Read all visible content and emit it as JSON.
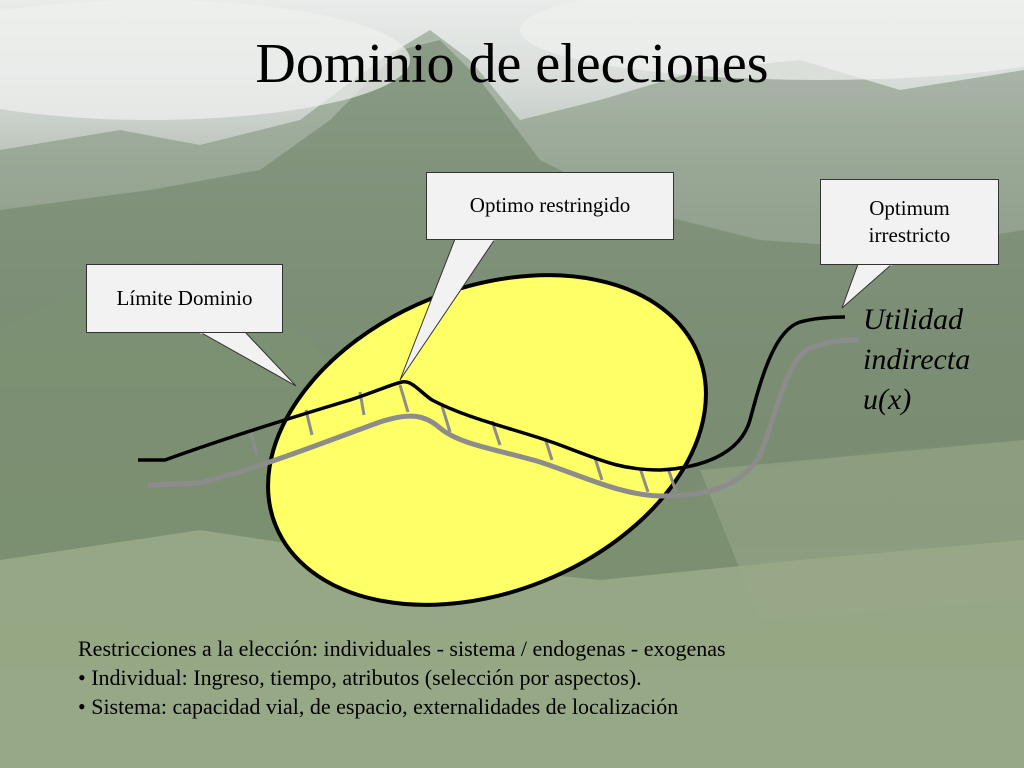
{
  "title": "Dominio de elecciones",
  "callouts": {
    "limite": "Límite Dominio",
    "optimo": "Optimo restringido",
    "optimum_line1": "Optimum",
    "optimum_line2": "irrestricto"
  },
  "curve_label": {
    "line1": "Utilidad",
    "line2": "indirecta",
    "line3": "u(x)"
  },
  "notes": [
    "Restricciones a la elección: individuales - sistema / endogenas - exogenas",
    "• Individual: Ingreso, tiempo, atributos (selección por aspectos).",
    "• Sistema: capacidad vial, de espacio, externalidades de localización"
  ],
  "colors": {
    "domain_fill": "#ffff66",
    "domain_stroke": "#000000",
    "utility_curve": "#000000",
    "constrained_curve": "#8c8c8c",
    "callout_fill": "#f2f2f2"
  }
}
